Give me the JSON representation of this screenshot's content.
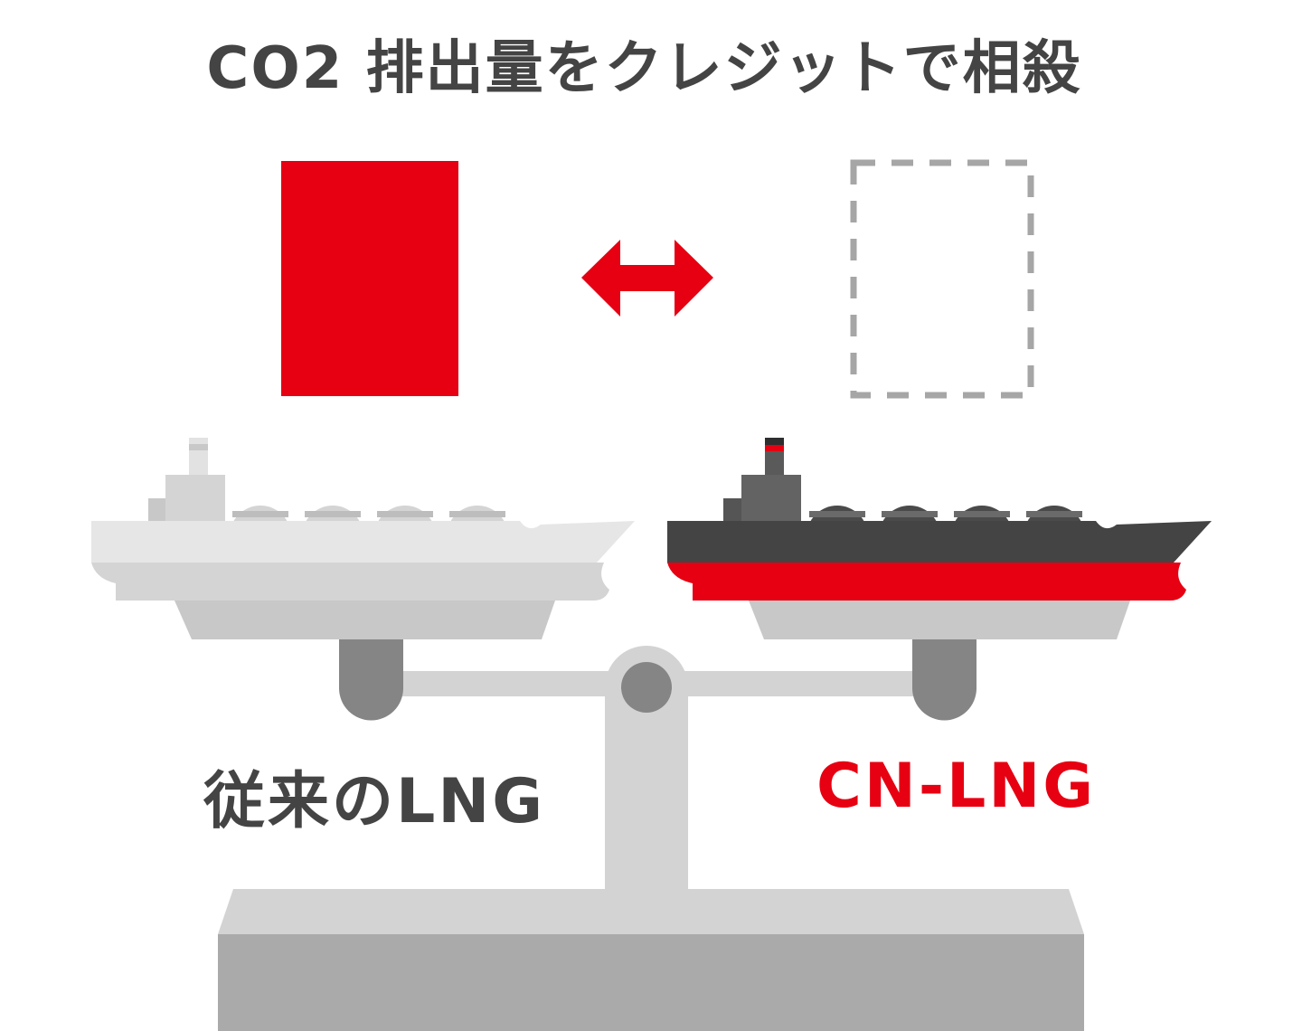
{
  "title": "CO2 排出量をクレジットで相殺",
  "left": {
    "label": "従来のLNG",
    "emission_block": "filled"
  },
  "right": {
    "label": "CN-LNG",
    "emission_block": "empty-dashed"
  },
  "colors": {
    "accent_red": "#E60012",
    "text_dark": "#444444",
    "ship_light_deck": "#E6E6E6",
    "ship_light_hull": "#D4D4D4",
    "ship_dark_deck": "#444444",
    "scale_light": "#D3D3D3",
    "scale_mid": "#AAAAAA",
    "scale_dark": "#858585",
    "dashed_outline": "#A6A6A6"
  }
}
